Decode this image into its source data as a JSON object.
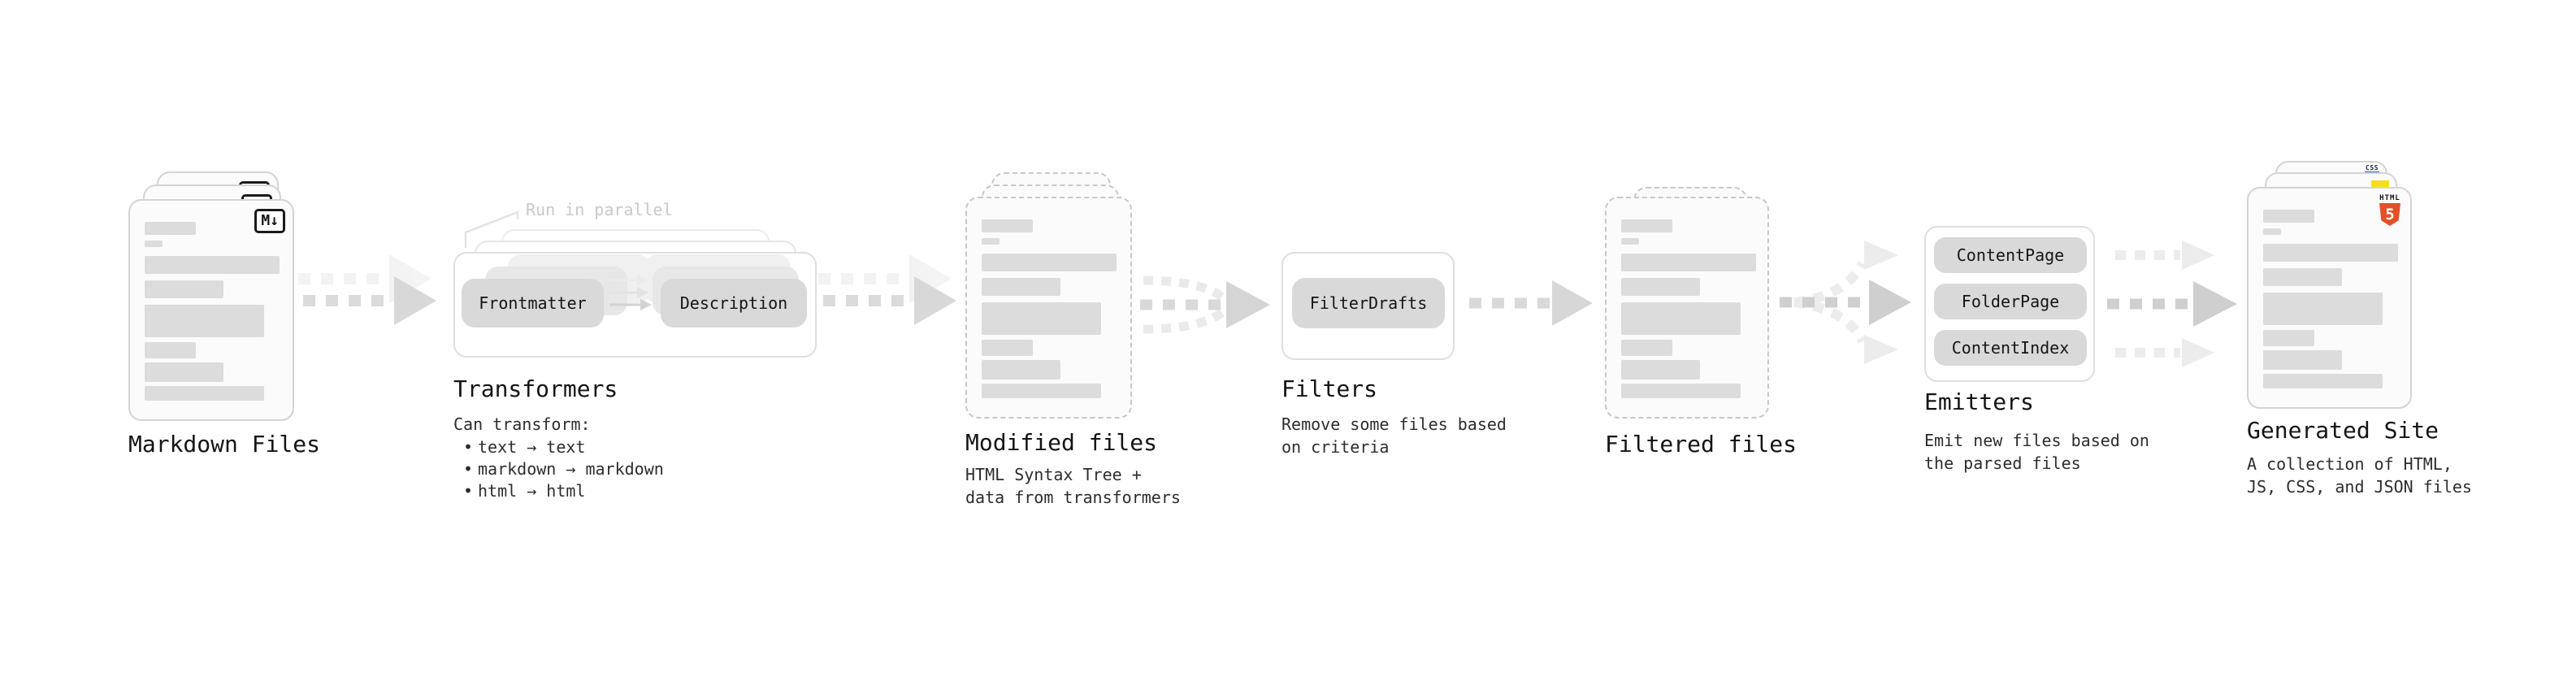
{
  "diagram": {
    "stages": {
      "markdown": {
        "title": "Markdown Files",
        "badge": "M↓"
      },
      "transformers": {
        "title": "Transformers",
        "note": "Run in parallel",
        "pill_left": "Frontmatter",
        "pill_right": "Description",
        "desc_heading": "Can transform:",
        "bullets": [
          "text → text",
          "markdown → markdown",
          "html → html"
        ]
      },
      "modified": {
        "title": "Modified files",
        "desc": [
          "HTML Syntax Tree +",
          "data from transformers"
        ]
      },
      "filters": {
        "title": "Filters",
        "pill": "FilterDrafts",
        "desc": [
          "Remove some files based",
          "on criteria"
        ]
      },
      "filtered": {
        "title": "Filtered files"
      },
      "emitters": {
        "title": "Emitters",
        "pills": [
          "ContentPage",
          "FolderPage",
          "ContentIndex"
        ],
        "desc": [
          "Emit new files based on",
          "the parsed files"
        ]
      },
      "generated": {
        "title": "Generated Site",
        "desc": [
          "A collection of HTML,",
          "JS, CSS, and JSON files"
        ],
        "css_badge": "CSS",
        "html_badge_word": "HTML",
        "html_badge_number": "5"
      }
    },
    "colors": {
      "html5_orange": "#e34f26",
      "js_yellow": "#f7df1e",
      "css_blue": "#2965f1",
      "pill_gray": "#d9d9d9",
      "bar_gray": "#dcdcdc",
      "arrow_gray": "#d8d8d8",
      "note_gray": "#c9c9c9"
    }
  }
}
